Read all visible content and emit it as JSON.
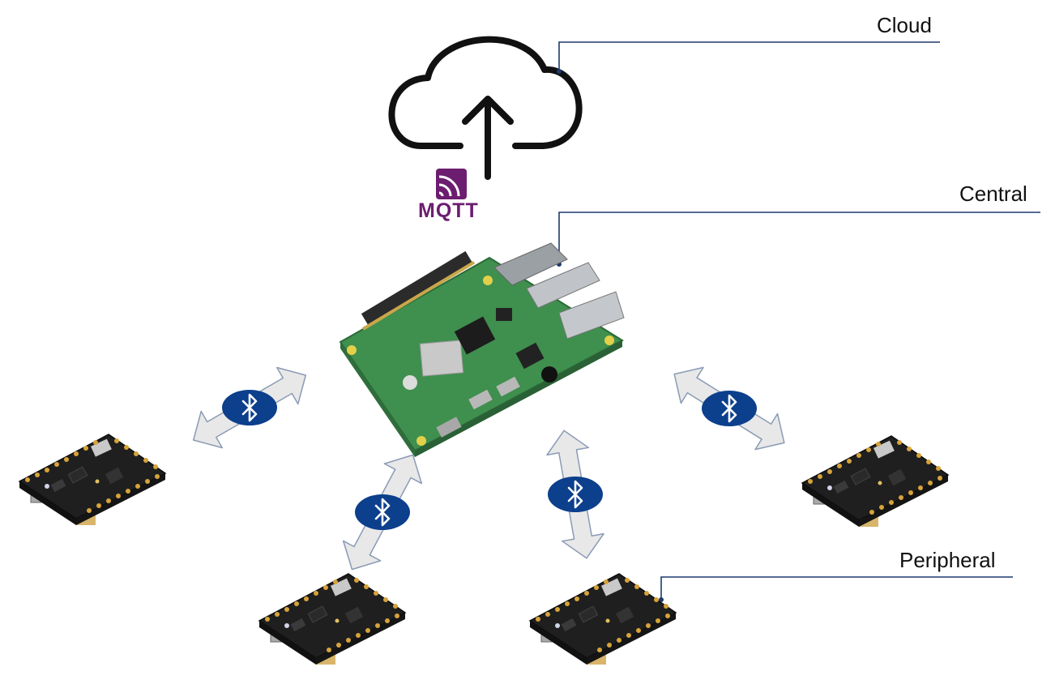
{
  "labels": {
    "cloud": "Cloud",
    "central": "Central",
    "peripheral": "Peripheral"
  },
  "protocol": {
    "name": "MQTT",
    "icon": "mqtt-logo-icon"
  },
  "icons": {
    "cloud": "cloud-upload-icon",
    "central": "raspberry-pi-board-icon",
    "peripheral": "microcontroller-board-icon",
    "link": "bluetooth-icon"
  },
  "colors": {
    "bluetooth_badge": "#0c3f8c",
    "arrow_fill": "#e8e8e8",
    "mqtt": "#6c1d6f",
    "callout_line": "#1e3a6e",
    "central_board": "#3f8f4e",
    "peripheral_board": "#1a1a1a"
  }
}
